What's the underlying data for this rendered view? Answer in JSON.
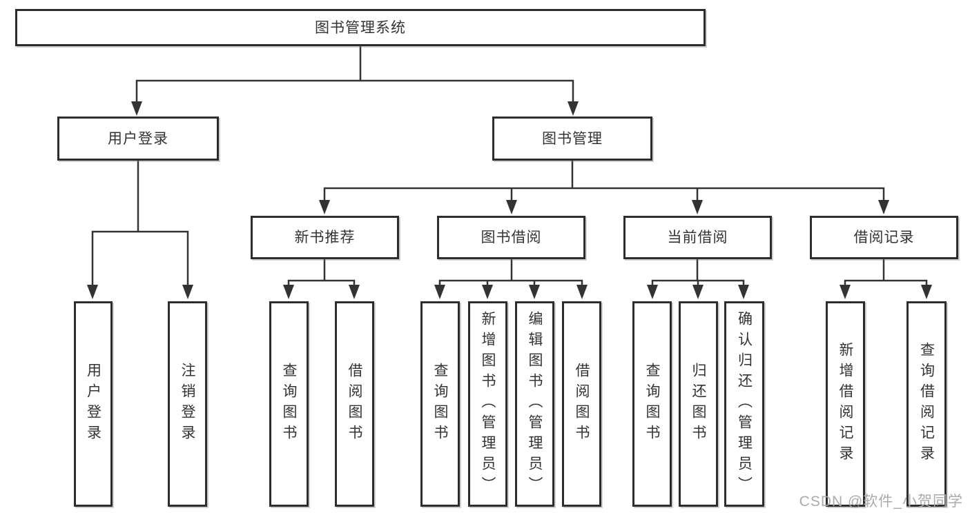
{
  "diagram": {
    "root": {
      "label": "图书管理系统"
    },
    "branches": [
      {
        "label": "用户登录",
        "children": [
          {
            "label": "用户登录"
          },
          {
            "label": "注销登录"
          }
        ]
      },
      {
        "label": "图书管理",
        "children": [
          {
            "label": "新书推荐",
            "children": [
              {
                "label": "查询图书"
              },
              {
                "label": "借阅图书"
              }
            ]
          },
          {
            "label": "图书借阅",
            "children": [
              {
                "label": "查询图书"
              },
              {
                "label": "新增图书（管理员）"
              },
              {
                "label": "编辑图书（管理员）"
              },
              {
                "label": "借阅图书"
              }
            ]
          },
          {
            "label": "当前借阅",
            "children": [
              {
                "label": "查询图书"
              },
              {
                "label": "归还图书"
              },
              {
                "label": "确认归还（管理员）"
              }
            ]
          },
          {
            "label": "借阅记录",
            "children": [
              {
                "label": "新增借阅记录"
              },
              {
                "label": "查询借阅记录"
              }
            ]
          }
        ]
      }
    ]
  },
  "watermark": {
    "text": "CSDN @软件_小贺同学",
    "color": "#aaaaaa"
  },
  "colors": {
    "line": "#333333",
    "box_border": "#2c2c2c",
    "text": "#333333",
    "background": "#ffffff"
  }
}
